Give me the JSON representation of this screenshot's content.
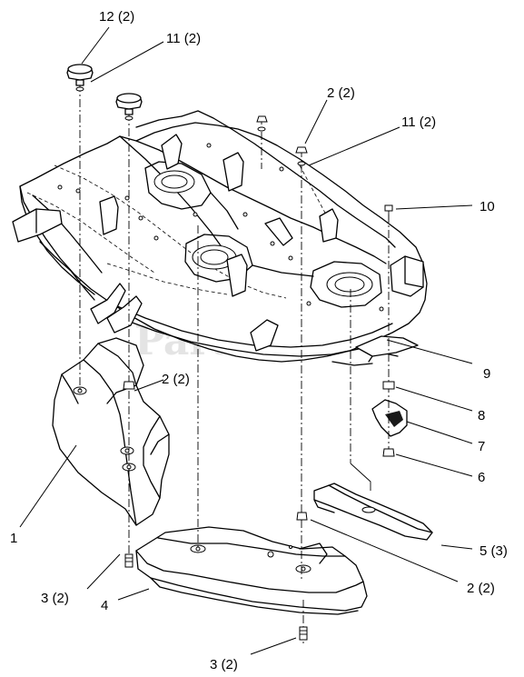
{
  "watermark": "PartsTree",
  "callouts": [
    {
      "id": "12",
      "text": "12 (2)"
    },
    {
      "id": "11a",
      "text": "11 (2)"
    },
    {
      "id": "2a",
      "text": "2 (2)"
    },
    {
      "id": "11b",
      "text": "11 (2)"
    },
    {
      "id": "10",
      "text": "10"
    },
    {
      "id": "9",
      "text": "9"
    },
    {
      "id": "2b",
      "text": "2 (2)"
    },
    {
      "id": "8",
      "text": "8"
    },
    {
      "id": "7",
      "text": "7"
    },
    {
      "id": "6",
      "text": "6"
    },
    {
      "id": "1",
      "text": "1"
    },
    {
      "id": "5",
      "text": "5 (3)"
    },
    {
      "id": "3a",
      "text": "3 (2)"
    },
    {
      "id": "4",
      "text": "4"
    },
    {
      "id": "2c",
      "text": "2 (2)"
    },
    {
      "id": "3b",
      "text": "3 (2)"
    }
  ]
}
